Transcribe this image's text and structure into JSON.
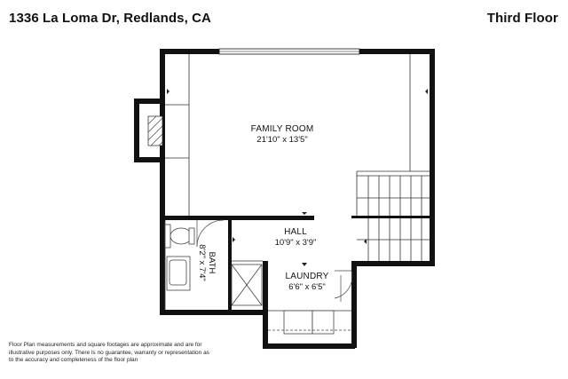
{
  "header": {
    "address": "1336 La Loma Dr, Redlands, CA",
    "floor": "Third Floor"
  },
  "rooms": {
    "family_room": {
      "name": "FAMILY ROOM",
      "dims": "21'10\" x 13'5\""
    },
    "hall": {
      "name": "HALL",
      "dims": "10'9\" x 3'9\""
    },
    "laundry": {
      "name": "LAUNDRY",
      "dims": "6'6\" x 6'5\""
    },
    "bath": {
      "name": "BATH",
      "dims": "8'2\" x 7'4\""
    }
  },
  "disclaimer": "Floor Plan measurements and square footages are approximate and are for illustrative purposes only. There is no guarantee, warranty or representation as to the accuracy and completeness of the floor plan",
  "colors": {
    "wall": "#111111",
    "line": "#333333",
    "fixture": "#555555"
  }
}
